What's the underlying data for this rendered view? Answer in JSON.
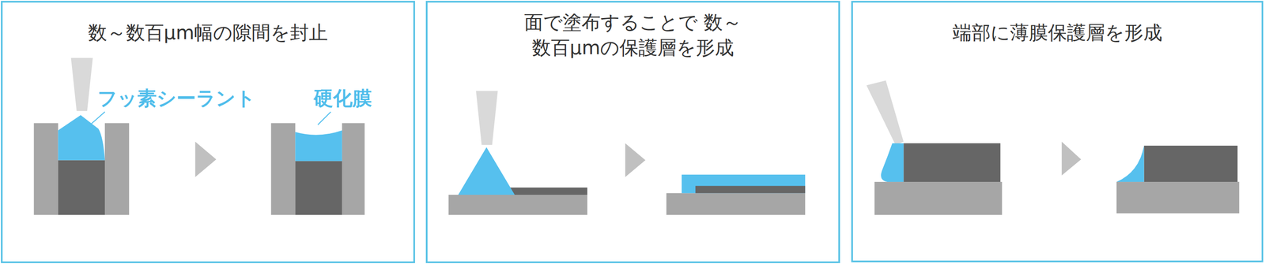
{
  "diagram": {
    "nodes": [
      {
        "text": [
          "数～数百μm幅の隙間を封止"
        ]
      },
      {
        "text": [
          "面で塗布することで 数～数百μmの保護層を形成"
        ]
      },
      {
        "text": [
          "端部に薄膜保護層を形成"
        ]
      }
    ],
    "labels": [
      "フッ素シーラント",
      "硬化膜"
    ]
  }
}
